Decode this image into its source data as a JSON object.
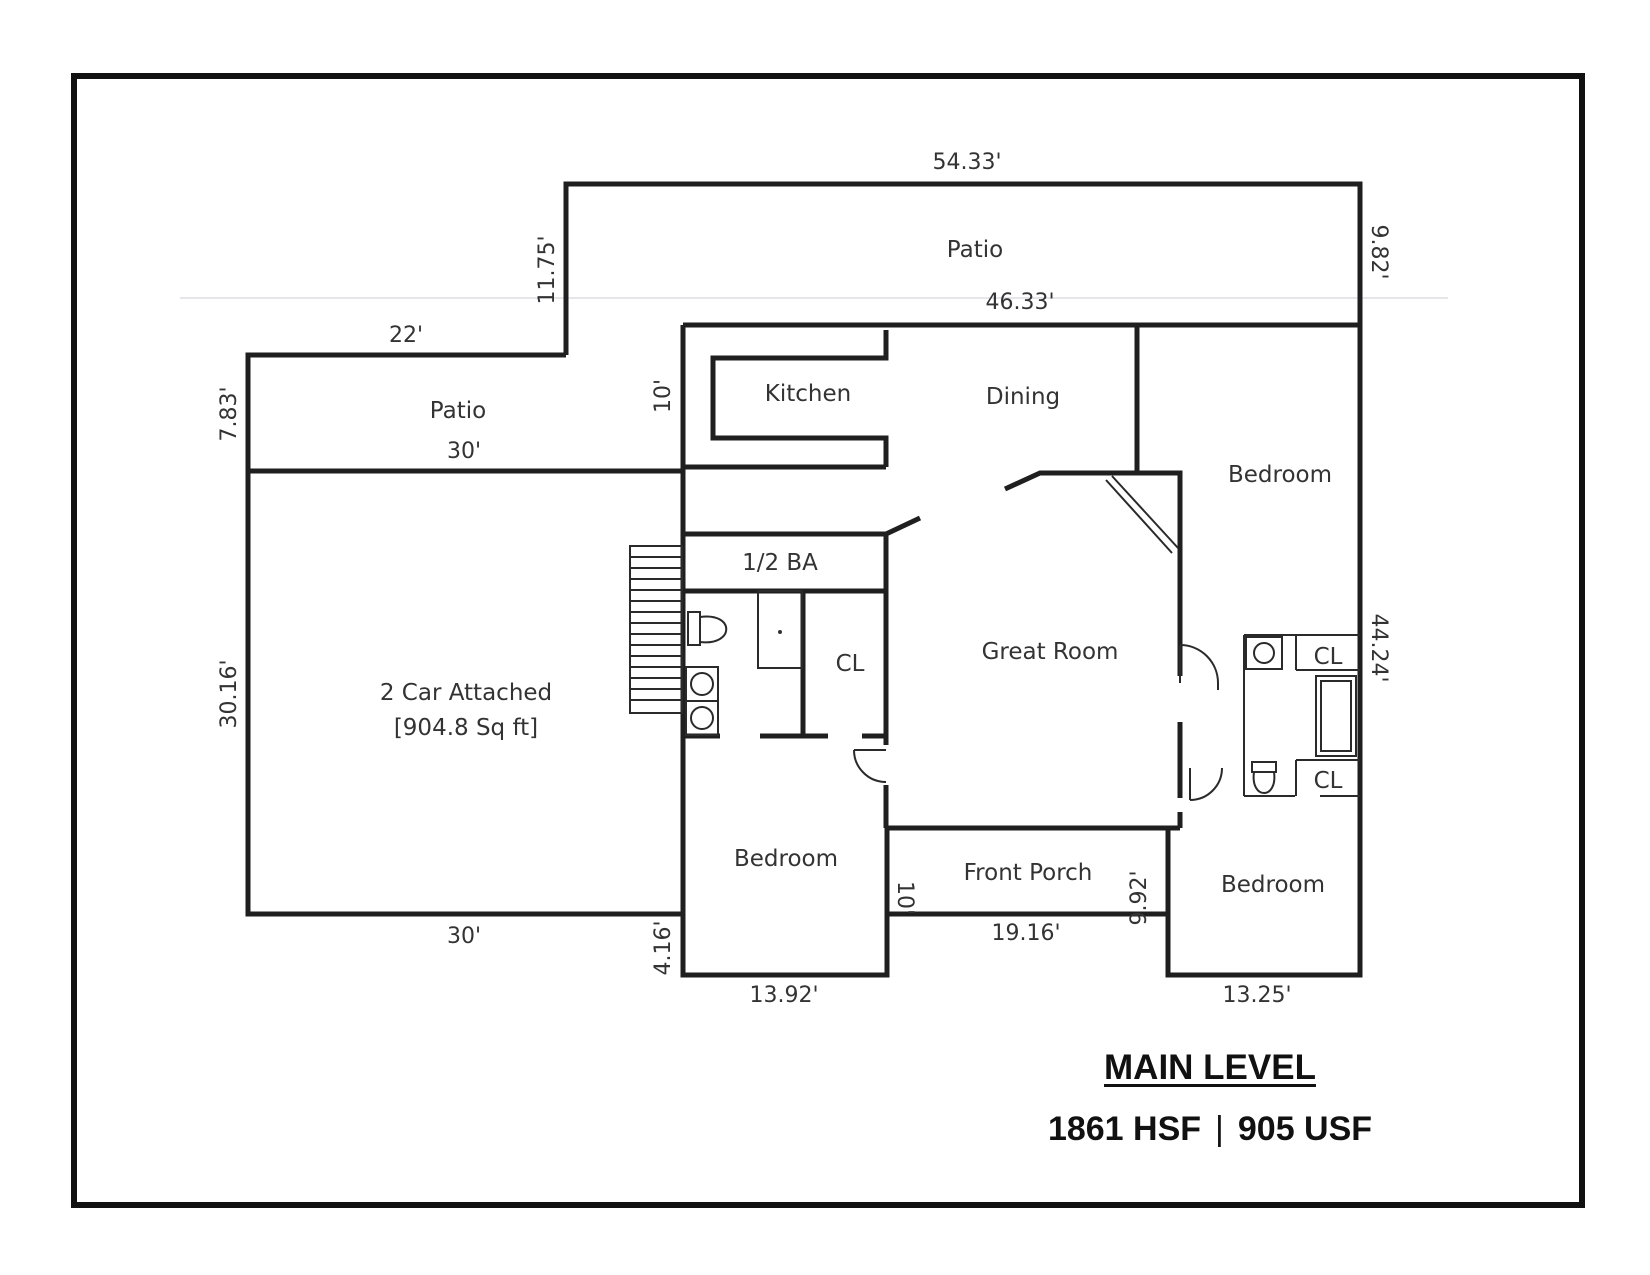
{
  "rooms": {
    "patio_upper": "Patio",
    "patio_left": "Patio",
    "kitchen": "Kitchen",
    "dining": "Dining",
    "bedroom_right": "Bedroom",
    "half_bath": "1/2 BA",
    "great_room": "Great Room",
    "closet_left": "CL",
    "closet_right_upper": "CL",
    "closet_right_lower": "CL",
    "garage_name": "2 Car Attached",
    "garage_area": "[904.8 Sq ft]",
    "bedroom_bottom_left": "Bedroom",
    "front_porch": "Front Porch",
    "bedroom_bottom_right": "Bedroom"
  },
  "dimensions": {
    "top_width": "54.33'",
    "patio_right_depth": "9.82'",
    "patio_step_height": "11.75'",
    "house_top_width": "46.33'",
    "left_patio_width_top": "22'",
    "left_patio_depth": "7.83'",
    "left_patio_width_bottom": "30'",
    "kitchen_wall": "10'",
    "garage_depth": "30.16'",
    "garage_width": "30'",
    "right_side": "44.24'",
    "bedroom_offset": "4.16'",
    "bedroom_left_width": "13.92'",
    "porch_depth_left": "10'",
    "porch_width": "19.16'",
    "porch_depth_right": "9.92'",
    "bedroom_right_width": "13.25'"
  },
  "legend": {
    "title": "MAIN LEVEL",
    "heated": "1861 HSF",
    "separator": "|",
    "unheated": "905 USF"
  }
}
